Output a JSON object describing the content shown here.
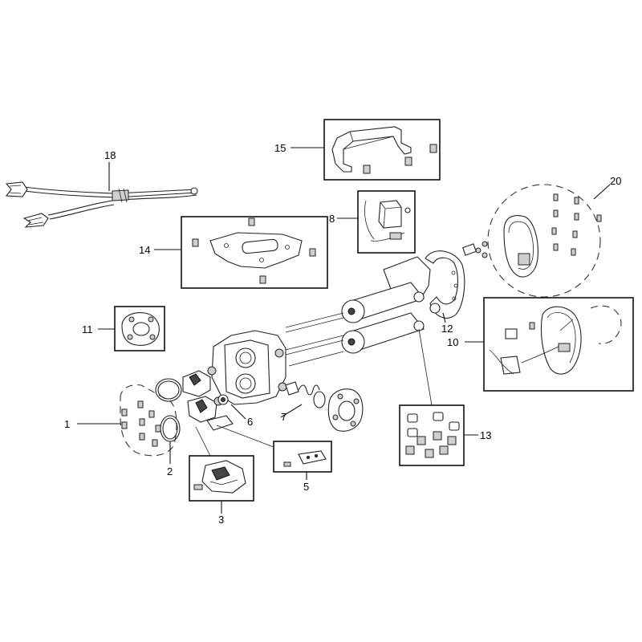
{
  "callouts": {
    "c1": "1",
    "c2": "2",
    "c3": "3",
    "c5": "5",
    "c6": "6",
    "c7": "7",
    "c8": "8",
    "c10": "10",
    "c11": "11",
    "c12": "12",
    "c13": "13",
    "c14": "14",
    "c15": "15",
    "c18": "18",
    "c20": "20"
  }
}
